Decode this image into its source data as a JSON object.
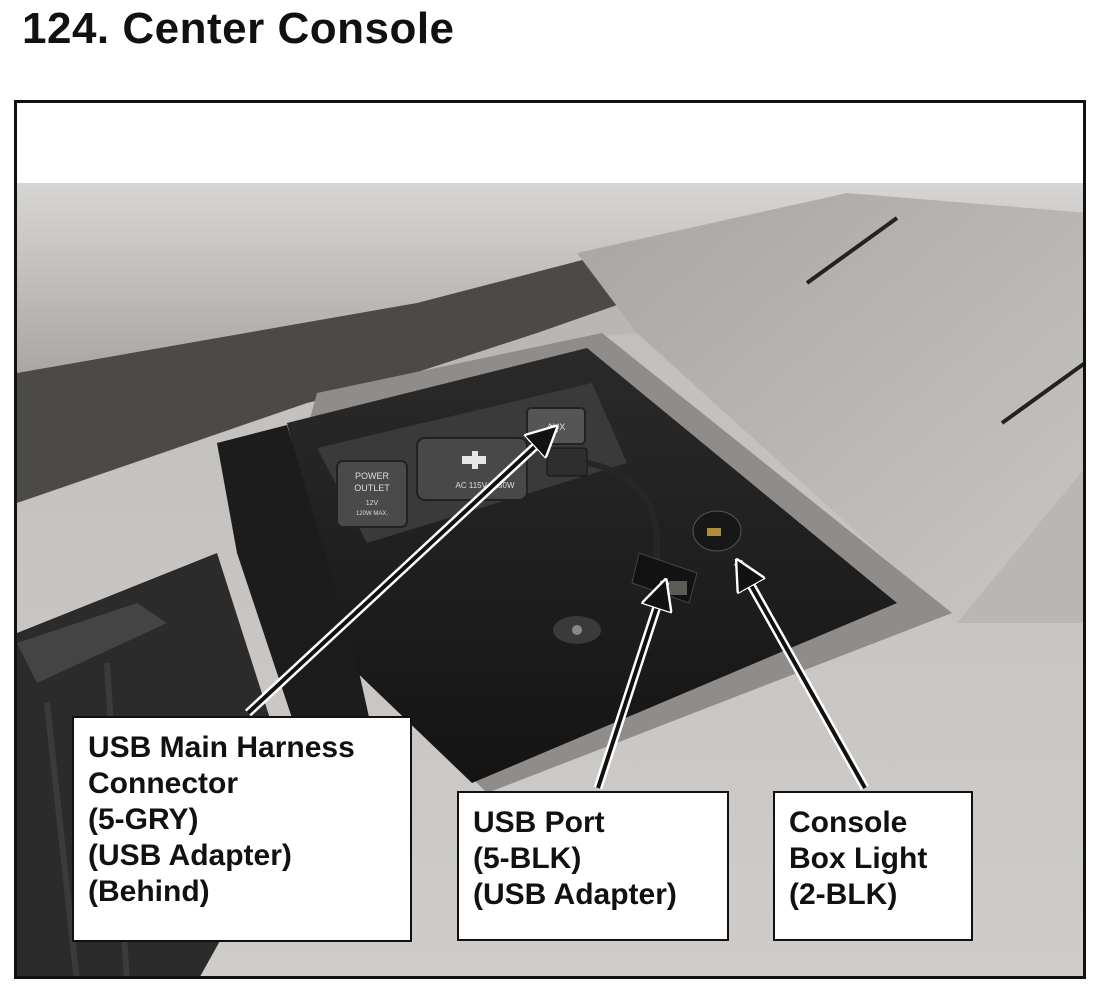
{
  "title": "124.  Center Console",
  "photo_labels": {
    "power_outlet": [
      "POWER",
      "OUTLET",
      "12V",
      "120W MAX."
    ],
    "ac_outlet": "AC 115V / 150W",
    "aux": "AUX"
  },
  "callouts": [
    {
      "id": "usb-main-harness",
      "lines": [
        "USB Main Harness",
        "Connector",
        "(5-GRY)",
        "(USB Adapter)",
        "(Behind)"
      ]
    },
    {
      "id": "usb-port",
      "lines": [
        "USB Port",
        "(5-BLK)",
        "(USB Adapter)"
      ]
    },
    {
      "id": "console-box-light",
      "lines": [
        "Console",
        "Box Light",
        "(2-BLK)"
      ]
    }
  ],
  "icons": [
    "plug-icon"
  ],
  "colors": {
    "console_gray": "#b7b4b1",
    "tray_black": "#1e1e1e",
    "text": "#111111"
  }
}
